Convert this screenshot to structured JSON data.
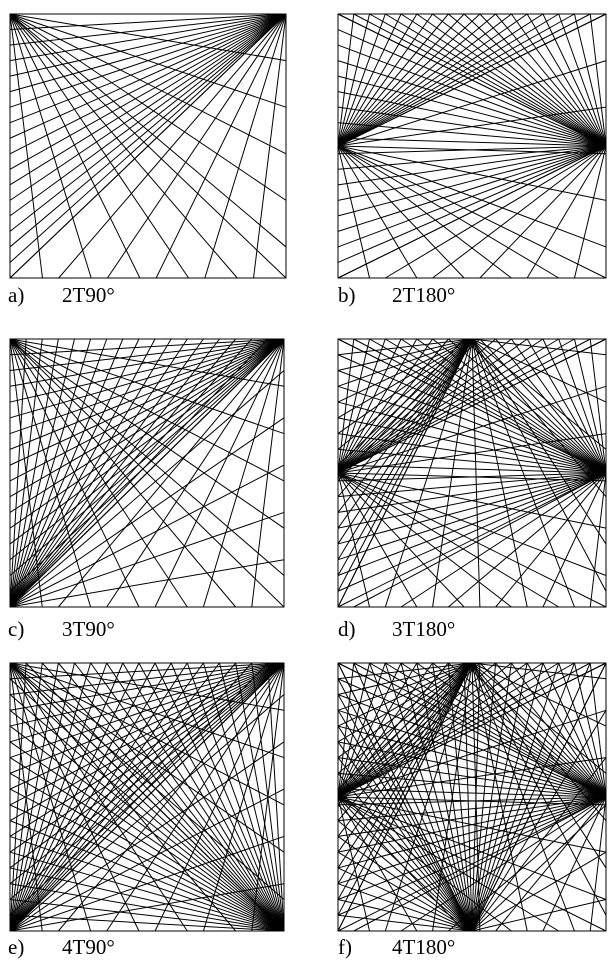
{
  "figure": {
    "panels": [
      {
        "id": "a",
        "letter": "a)",
        "name": "2T90°",
        "sources": [
          [
            0,
            0
          ],
          [
            1,
            0
          ]
        ]
      },
      {
        "id": "b",
        "letter": "b)",
        "name": "2T180°",
        "sources": [
          [
            0,
            0.5
          ],
          [
            1,
            0.5
          ]
        ]
      },
      {
        "id": "c",
        "letter": "c)",
        "name": "3T90°",
        "sources": [
          [
            0,
            0
          ],
          [
            1,
            0
          ],
          [
            0,
            1
          ]
        ]
      },
      {
        "id": "d",
        "letter": "d)",
        "name": "3T180°",
        "sources": [
          [
            0,
            0.5
          ],
          [
            0.5,
            0
          ],
          [
            1,
            0.5
          ]
        ]
      },
      {
        "id": "e",
        "letter": "e)",
        "name": "4T90°",
        "sources": [
          [
            0,
            0
          ],
          [
            1,
            0
          ],
          [
            0,
            1
          ],
          [
            1,
            1
          ]
        ]
      },
      {
        "id": "f",
        "letter": "f)",
        "name": "4T180°",
        "sources": [
          [
            0,
            0.5
          ],
          [
            0.5,
            0
          ],
          [
            1,
            0.5
          ],
          [
            0.5,
            1
          ]
        ]
      }
    ]
  }
}
